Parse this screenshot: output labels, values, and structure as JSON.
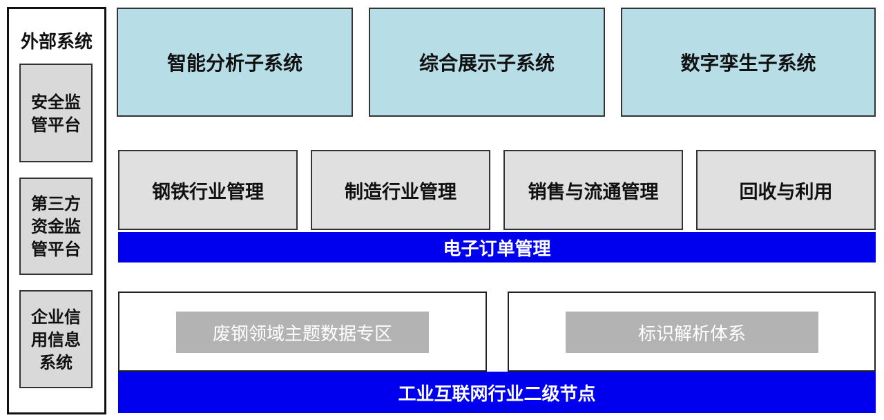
{
  "external": {
    "title": "外部系统",
    "items": [
      "安全监管平台",
      "第三方资金监管平台",
      "企业信用信息系统"
    ]
  },
  "subsystems": [
    "智能分析子系统",
    "综合展示子系统",
    "数字孪生子系统"
  ],
  "modules": [
    "钢铁行业管理",
    "制造行业管理",
    "销售与流通管理",
    "回收与利用"
  ],
  "order_bar": "电子订单管理",
  "zones": [
    "废钢领域主题数据专区",
    "标识解析体系"
  ],
  "node_bar": "工业互联网行业二级节点",
  "colors": {
    "subsystem_fill": "#b7dde6",
    "module_fill": "#e0e0e0",
    "bar_fill": "#0000ee",
    "zone_inner_fill": "#b3b3b3",
    "external_item_fill": "#d9d9d9"
  }
}
